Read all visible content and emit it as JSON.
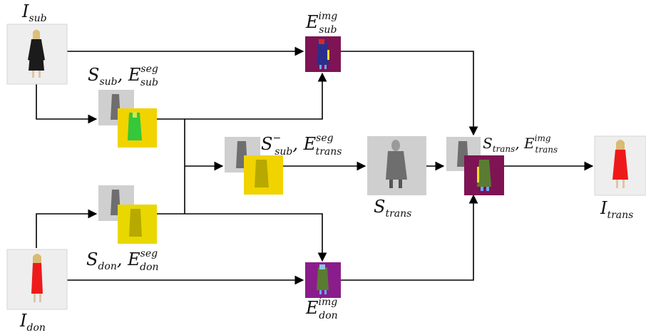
{
  "labels": {
    "i_sub": {
      "main": "I",
      "sub": "sub"
    },
    "i_don": {
      "main": "I",
      "sub": "don"
    },
    "i_trans": {
      "main": "I",
      "sub": "trans"
    },
    "e_sub_img": {
      "main": "E",
      "sup": "img",
      "sub": "sub"
    },
    "e_don_img": {
      "main": "E",
      "sup": "img",
      "sub": "don"
    },
    "s_sub_e_sub_seg": {
      "s": "S",
      "s_sub": "sub",
      "sep": ", ",
      "e": "E",
      "e_sup": "seg",
      "e_sub": "sub"
    },
    "s_don_e_don_seg": {
      "s": "S",
      "s_sub": "don",
      "sep": ", ",
      "e": "E",
      "e_sup": "seg",
      "e_sub": "don"
    },
    "s_sub_minus_e_trans_seg": {
      "s": "S",
      "s_sup": "−",
      "s_sub": "sub",
      "sep": ", ",
      "e": "E",
      "e_sup": "seg",
      "e_sub": "trans"
    },
    "s_trans": {
      "main": "S",
      "sub": "trans"
    },
    "s_trans_e_trans_img": {
      "s": "S",
      "s_sub": "trans",
      "sep": ", ",
      "e": "E",
      "e_sup": "img",
      "e_sub": "trans"
    }
  },
  "colors": {
    "photo_bg": "#eeeeee",
    "gray_map": "#cfcfcf",
    "yellow_map": "#f1d300",
    "yellow_map_don": "#e8d800",
    "purple_map": "#7e1454",
    "violet_map": "#8a1d8b",
    "dress_black": "#1b1b1b",
    "dress_red": "#ee1a1a",
    "silhouette": "#6e6e6e",
    "seg_green": "#35c83a",
    "seg_olive": "#b7a900",
    "navy": "#2a2f8c",
    "dark_green": "#5a7c32"
  }
}
